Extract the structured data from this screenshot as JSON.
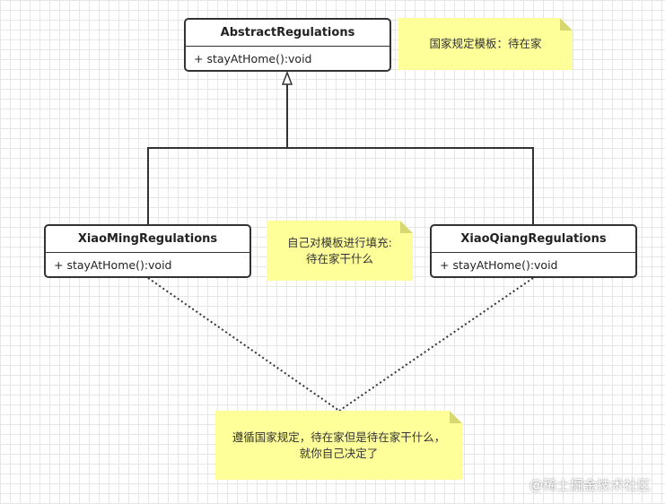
{
  "classes": {
    "abstract": {
      "name": "AbstractRegulations",
      "method": "+ stayAtHome():void"
    },
    "xiaoming": {
      "name": "XiaoMingRegulations",
      "method": "+ stayAtHome():void"
    },
    "xiaoqiang": {
      "name": "XiaoQiangRegulations",
      "method": "+ stayAtHome():void"
    }
  },
  "notes": {
    "template": "国家规定模板：待在家",
    "fill": [
      "自己对模板进行填充:",
      "待在家干什么"
    ],
    "follow": [
      "遵循国家规定，待在家但是待在家干什么，",
      "就你自己决定了"
    ]
  },
  "watermark": "@稀土掘金技术社区",
  "colors": {
    "note_fill": "#ffff99",
    "note_fold": "#d8d870",
    "line": "#333333",
    "grid": "#e6e6e6"
  }
}
